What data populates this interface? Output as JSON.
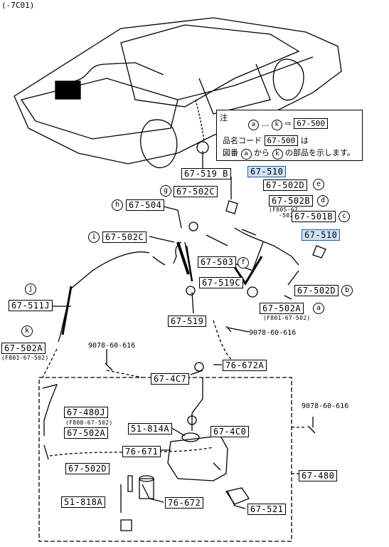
{
  "header_code": "(-7C01)",
  "note": {
    "mark": "注",
    "line1_from": "a",
    "line1_dots": "…",
    "line1_to": "k",
    "line1_arrow": "⇨",
    "line1_ref": "67-500",
    "line2_prefix": "品名コード",
    "line2_ref": "67-500",
    "line2_suffix": "は",
    "line3_prefix": "図番",
    "line3_from": "a",
    "line3_mid": "から",
    "line3_to": "k",
    "line3_suffix": "の部品を示します。"
  },
  "labels": {
    "p_519B": "67-519 B",
    "p_510_top": "67-510",
    "p_502D_e": "67-502D",
    "p_502B_d": "67-502B",
    "p_501B_c": "67-501B",
    "p_510_mid": "67-510",
    "p_502C_g": "67-502C",
    "p_504_h": "67-504",
    "p_502C_i": "67-502C",
    "p_503": "67-503",
    "p_519C": "67-519C",
    "p_502D_b": "67-502D",
    "p_502A_a": "67-502A",
    "p_511J": "67-511J",
    "p_519": "67-519",
    "p_502A_k": "67-502A",
    "p_9078_a": "9078-60-616",
    "p_9078_b": "9078-60-616",
    "p_9078_c": "9078-60-616",
    "p_672A": "76-672A",
    "p_4C7": "67-4C7",
    "p_480J": "67-480J",
    "p_502A_2": "67-502A",
    "p_814A": "51-814A",
    "p_4C0": "67-4C0",
    "p_671": "76-671",
    "p_502D_2": "67-502D",
    "p_480": "67-480",
    "p_818A": "51-818A",
    "p_672": "76-672",
    "p_521": "67-521"
  },
  "callouts": {
    "a": "a",
    "b": "b",
    "c": "c",
    "d": "d",
    "e": "e",
    "f": "f",
    "g": "g",
    "h": "h",
    "i": "i",
    "j": "j",
    "k": "k"
  },
  "notes_small": {
    "f805": "(F805-67",
    "f805b": "-502)",
    "f801": "(F801-67-502)",
    "f801b": "(F801-67-502)",
    "f808": "(F808-67-502)"
  },
  "colors": {
    "highlight": "#cfe3f7",
    "highlight_border": "#1b5fa0",
    "ink": "#000000"
  }
}
